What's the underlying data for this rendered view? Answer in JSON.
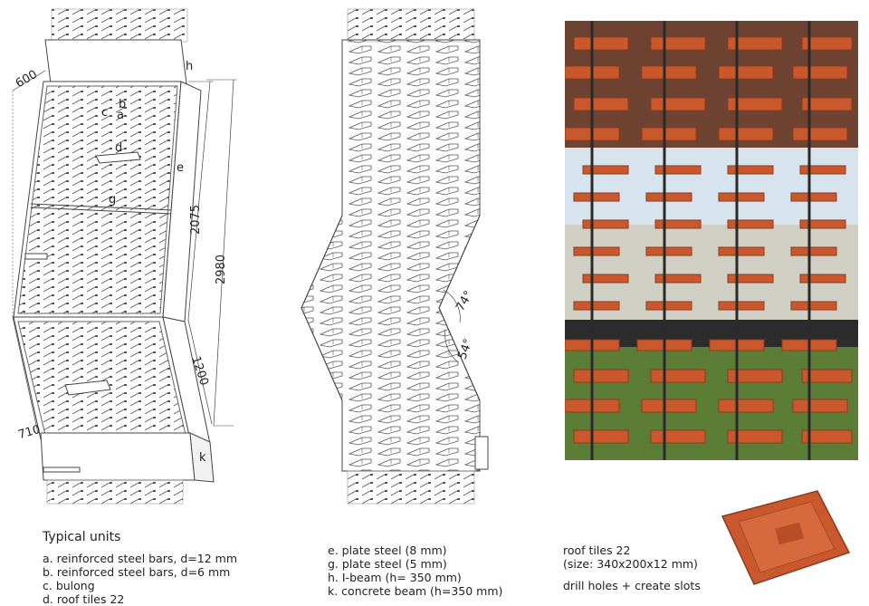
{
  "dimensions": {
    "d600": "600",
    "d2075": "2075",
    "d2980": "2980",
    "d1200": "1200",
    "d710": "710",
    "a74": "74°",
    "a54": "54°"
  },
  "part_labels": {
    "h": "h",
    "e": "e",
    "b": "b",
    "c": "c",
    "a": "a",
    "d": "d",
    "g": "g",
    "k": "k"
  },
  "legend_left": {
    "title": "Typical units",
    "items": [
      "a. reinforced steel bars, d=12 mm",
      "b. reinforced steel bars, d=6 mm",
      "c. bulong",
      "d. roof tiles 22"
    ]
  },
  "legend_mid": {
    "items": [
      "e. plate steel (8 mm)",
      "g. plate steel (5 mm)",
      "h. I-beam (h= 350 mm)",
      "k. concrete beam (h=350 mm)"
    ]
  },
  "legend_right": {
    "items": [
      "roof tiles 22",
      "(size: 340x200x12 mm)",
      "drill holes + create slots"
    ]
  },
  "colors": {
    "line": "#444444",
    "tile": "#c9592d",
    "tile_dark": "#8e3a1c",
    "sky": "#d7e4ee",
    "foliage": "#5c7d35"
  }
}
